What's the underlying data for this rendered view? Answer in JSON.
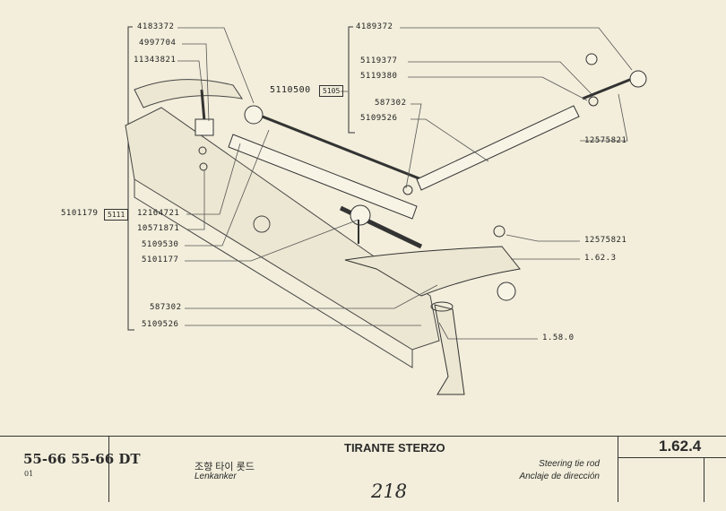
{
  "left_labels": {
    "p1": "4183372",
    "p2": "4997704",
    "p3": "11343821",
    "p4": "5110500",
    "p4_ref": "5105",
    "p5": "5101179",
    "p5_ref": "5111",
    "p6": "12164721",
    "p7": "10571871",
    "p8": "5109530",
    "p9": "5101177",
    "p10": "587302",
    "p11": "5109526"
  },
  "right_labels": {
    "p1": "4189372",
    "p2": "5119377",
    "p3": "5119380",
    "p4": "587302",
    "p5": "5109526",
    "p6": "12575821",
    "p7": "12575821",
    "p8": "1.62.3",
    "p9": "1.58.0"
  },
  "footer": {
    "models": "55-66  55-66 DT",
    "sub": "01",
    "title": "TIRANTE STERZO",
    "korean": "조향 타이 롯드",
    "german": "Lenkanker",
    "english": "Steering tie rod",
    "spanish": "Anclaje de dirección",
    "page_number": "218",
    "section": "1.62.4"
  }
}
